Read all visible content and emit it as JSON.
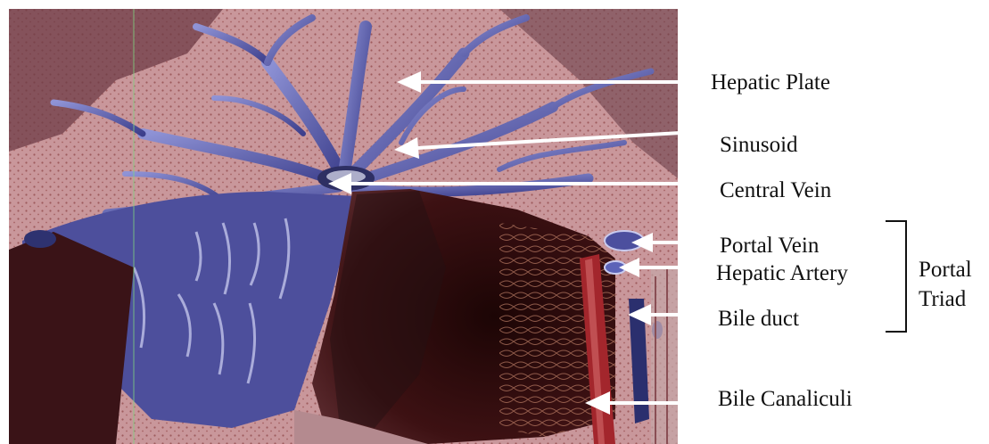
{
  "labels": {
    "hepatic_plate": "Hepatic Plate",
    "sinusoid": "Sinusoid",
    "central_vein": "Central Vein",
    "portal_vein": "Portal Vein",
    "hepatic_artery": "Hepatic Artery",
    "bile_duct": "Bile duct",
    "bile_canaliculi": "Bile Canaliculi",
    "portal_triad_line1": "Portal",
    "portal_triad_line2": "Triad"
  },
  "colors": {
    "background": "#ffffff",
    "label_text": "#111111",
    "arrow": "#ffffff",
    "plate_pink": "#c9979b",
    "sinusoid_blue": "#5e62b4",
    "dark_tissue": "#2a0d0e",
    "artery_red": "#a3262c"
  }
}
